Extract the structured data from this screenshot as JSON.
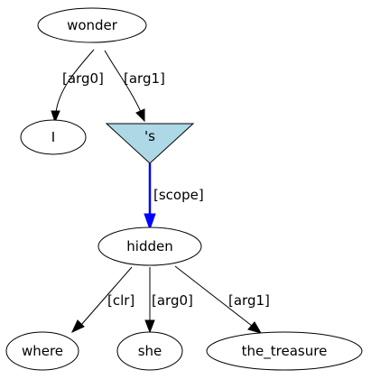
{
  "nodes": {
    "wonder": "wonder",
    "i": "I",
    "s": "'s",
    "hidden": "hidden",
    "where": "where",
    "she": "she",
    "the_treasure": "the_treasure"
  },
  "edges": {
    "wonder_i": "[arg0]",
    "wonder_s": "[arg1]",
    "s_hidden": "[scope]",
    "hidden_where": "[clr]",
    "hidden_she": "[arg0]",
    "hidden_the_treasure": "[arg1]"
  },
  "colors": {
    "scope_edge": "#0000ff",
    "quantifier_fill": "#add8e6"
  }
}
